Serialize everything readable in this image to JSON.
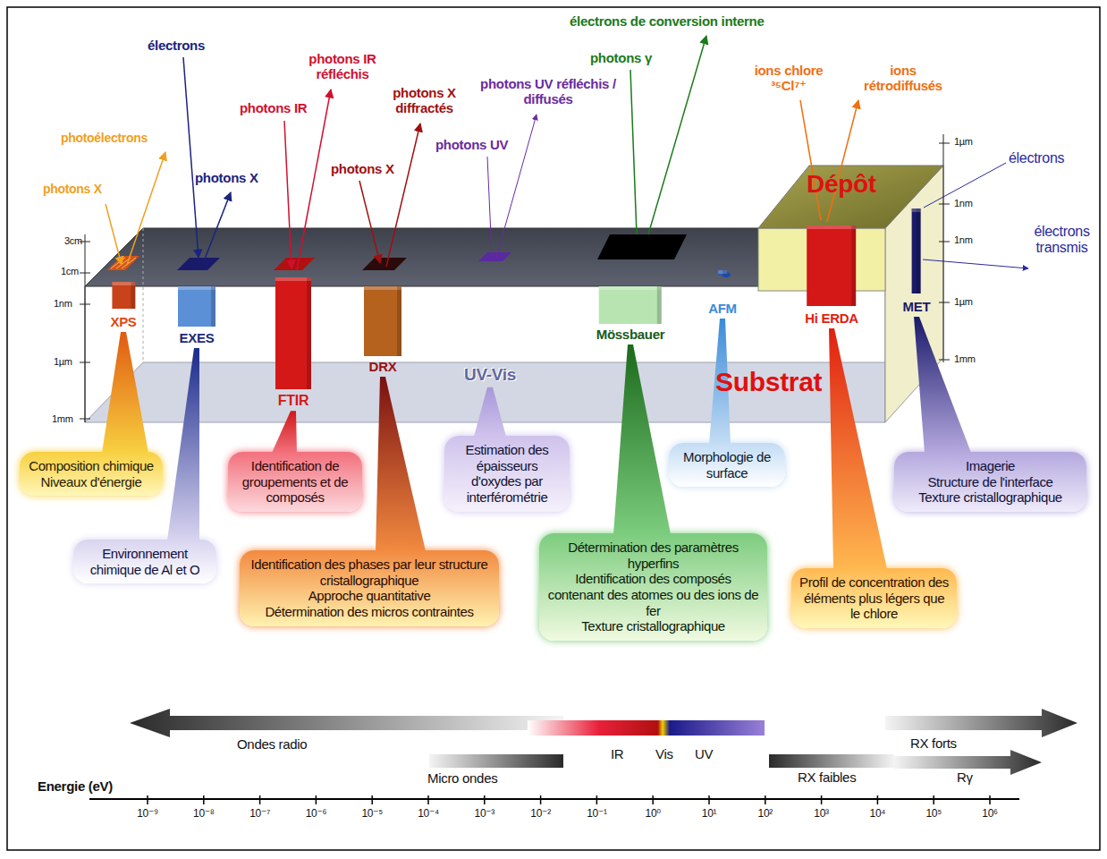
{
  "diagram": {
    "nodes": [
      {
        "text": [
          "XPS"
        ]
      },
      {
        "text": [
          "EXES"
        ]
      },
      {
        "text": [
          "FTIR"
        ]
      },
      {
        "text": [
          "DRX"
        ]
      },
      {
        "text": [
          "UV-Vis"
        ]
      },
      {
        "text": [
          "Mössbauer"
        ]
      },
      {
        "text": [
          "AFM"
        ]
      },
      {
        "text": [
          "Hi ERDA"
        ]
      },
      {
        "text": [
          "MET"
        ]
      },
      {
        "text": [
          "Composition chimique",
          "Niveaux d'énergie"
        ]
      },
      {
        "text": [
          "Environnement chimique de Al et O"
        ]
      },
      {
        "text": [
          "Identification de groupements et de composés"
        ]
      },
      {
        "text": [
          "Identification des phases par leur structure cristallographique",
          "Approche quantitative",
          "Détermination des micros contraintes"
        ]
      },
      {
        "text": [
          "Estimation des épaisseurs d'oxydes par interférométrie"
        ]
      },
      {
        "text": [
          "Détermination des paramètres hyperfins",
          "Identification des composés contenant des atomes ou des ions de fer",
          "Texture cristallographique"
        ]
      },
      {
        "text": [
          "Morphologie de surface"
        ]
      },
      {
        "text": [
          "Profil de concentration des éléments plus légers que le chlore"
        ]
      },
      {
        "text": [
          "Imagerie",
          "Structure de l'interface",
          "Texture cristallographique"
        ]
      }
    ],
    "edges": [
      {
        "from": 0,
        "to": 9,
        "arrow": "none"
      },
      {
        "from": 1,
        "to": 10,
        "arrow": "none"
      },
      {
        "from": 2,
        "to": 11,
        "arrow": "none"
      },
      {
        "from": 3,
        "to": 12,
        "arrow": "none"
      },
      {
        "from": 4,
        "to": 13,
        "arrow": "none"
      },
      {
        "from": 5,
        "to": 14,
        "arrow": "none"
      },
      {
        "from": 6,
        "to": 15,
        "arrow": "none"
      },
      {
        "from": 7,
        "to": 16,
        "arrow": "none"
      },
      {
        "from": 8,
        "to": 17,
        "arrow": "none"
      }
    ],
    "labels": [
      "photons X",
      "photoélectrons",
      "électrons",
      "photons X",
      "photons IR",
      "photons IR réfléchis",
      "photons X",
      "photons X diffractés",
      "photons UV",
      "photons UV réfléchis / diffusés",
      "électrons de conversion interne",
      "photons γ",
      "ions chlore ³⁵Cl⁷⁺",
      "ions rétrodiffusés",
      "électrons",
      "électrons transmis",
      "Dépôt",
      "Substrat",
      "3cm",
      "1cm",
      "1nm",
      "1µm",
      "1mm",
      "1µm",
      "1nm",
      "1nm",
      "1µm",
      "1mm",
      "Ondes radio",
      "Micro ondes",
      "IR",
      "Vis",
      "UV",
      "RX faibles",
      "RX forts",
      "Rγ",
      "Energie (eV)",
      "10⁻⁹",
      "10⁻⁸",
      "10⁻⁷",
      "10⁻⁶",
      "10⁻⁵",
      "10⁻⁴",
      "10⁻³",
      "10⁻²",
      "10⁻¹",
      "10⁰",
      "10¹",
      "10²",
      "10³",
      "10⁴",
      "10⁵",
      "10⁶"
    ]
  }
}
